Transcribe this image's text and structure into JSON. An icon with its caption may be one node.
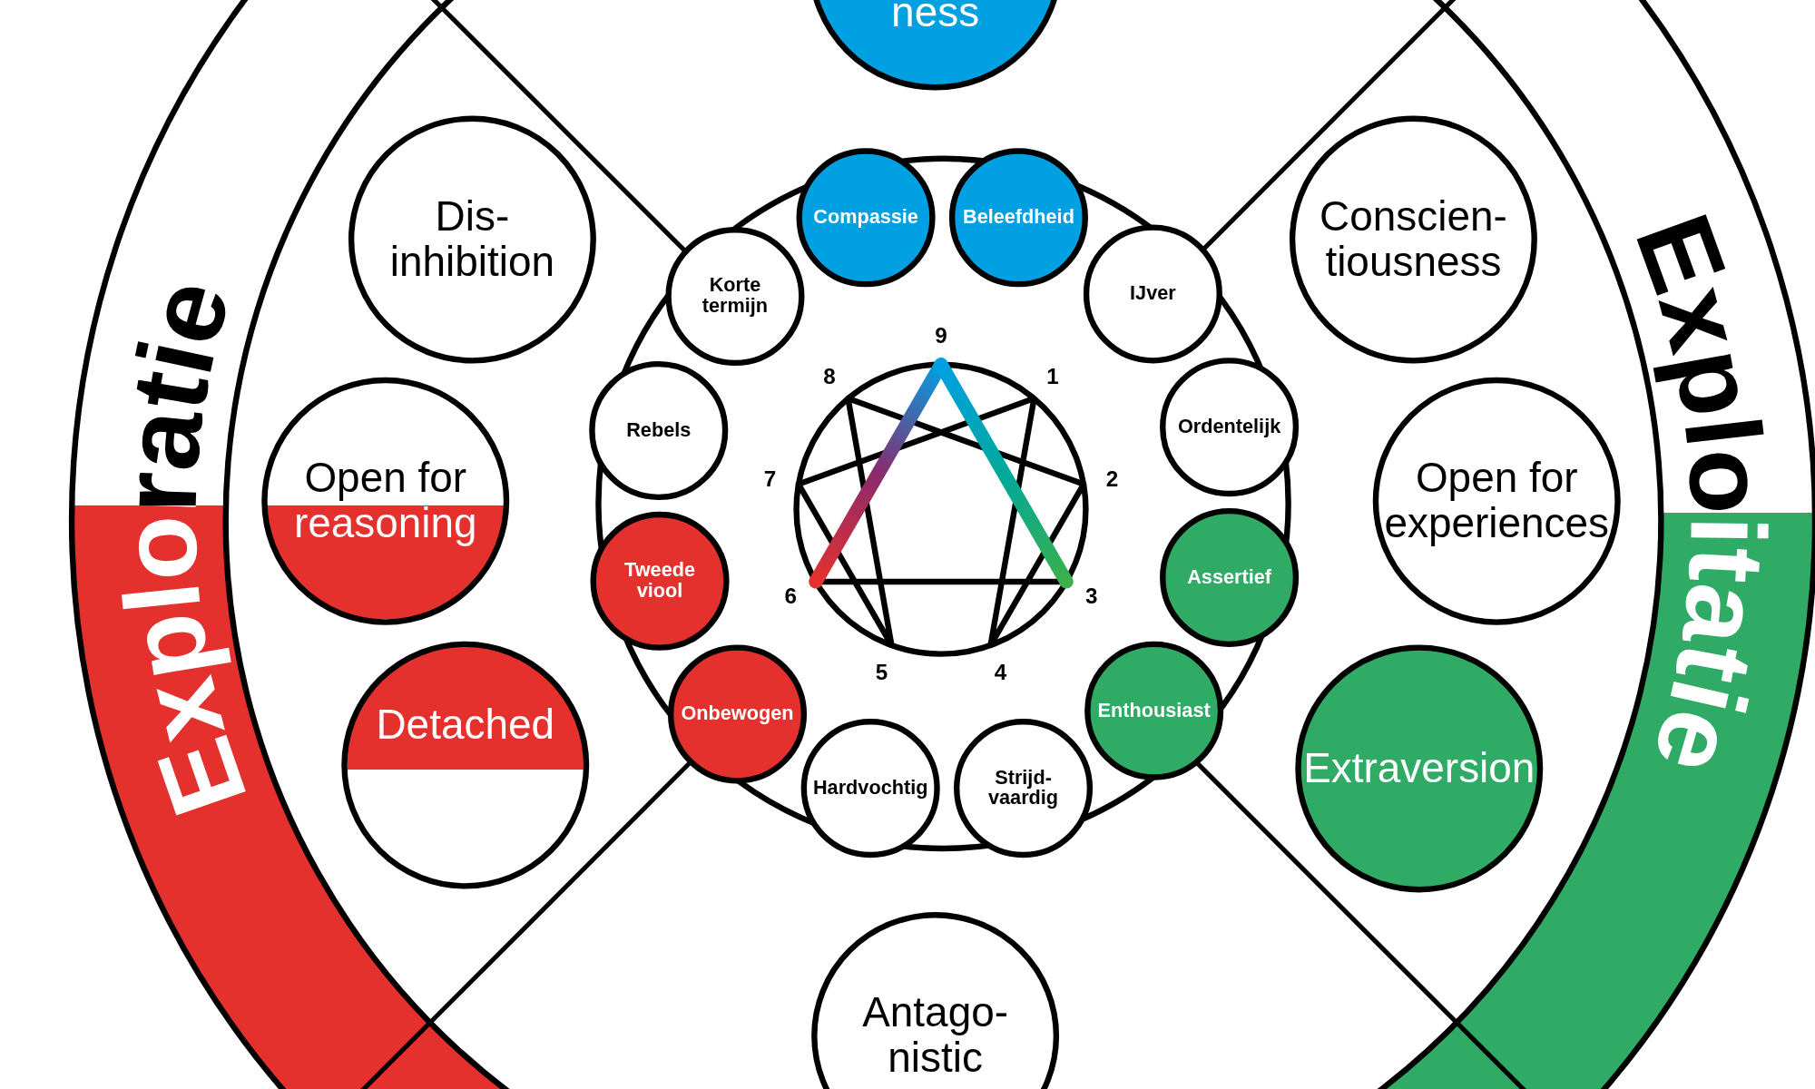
{
  "diagram": {
    "nodes": [
      {
        "text": [
          "ness"
        ]
      },
      {
        "text": [
          "Exploratie"
        ]
      },
      {
        "text": [
          "Dis- inhibition"
        ]
      },
      {
        "text": [
          "Conscien- tiousness"
        ]
      },
      {
        "text": [
          "Compassie"
        ]
      },
      {
        "text": [
          "Beleefdheid"
        ]
      },
      {
        "text": [
          "Korte termijn"
        ]
      },
      {
        "text": [
          "IJver"
        ]
      },
      {
        "text": [
          "Open for reasoning"
        ]
      },
      {
        "text": [
          "Rebels"
        ]
      },
      {
        "text": [
          "Ordentelijk"
        ]
      },
      {
        "text": [
          "Open for experiences"
        ]
      },
      {
        "text": [
          "Tweede viool"
        ]
      },
      {
        "text": [
          "Assertief"
        ]
      },
      {
        "text": [
          "Exploitatie"
        ]
      },
      {
        "text": [
          "Onbewogen"
        ]
      },
      {
        "text": [
          "Enthousiast"
        ]
      },
      {
        "text": [
          "Detached"
        ]
      },
      {
        "text": [
          "Extraversion"
        ]
      },
      {
        "text": [
          "Hardvochtig"
        ]
      },
      {
        "text": [
          "Strijd- vaardig"
        ]
      },
      {
        "text": [
          "Antago- nistic"
        ]
      }
    ],
    "labels": [
      "9",
      "8",
      "1",
      "7",
      "2",
      "6",
      "3",
      "5",
      "4"
    ]
  }
}
